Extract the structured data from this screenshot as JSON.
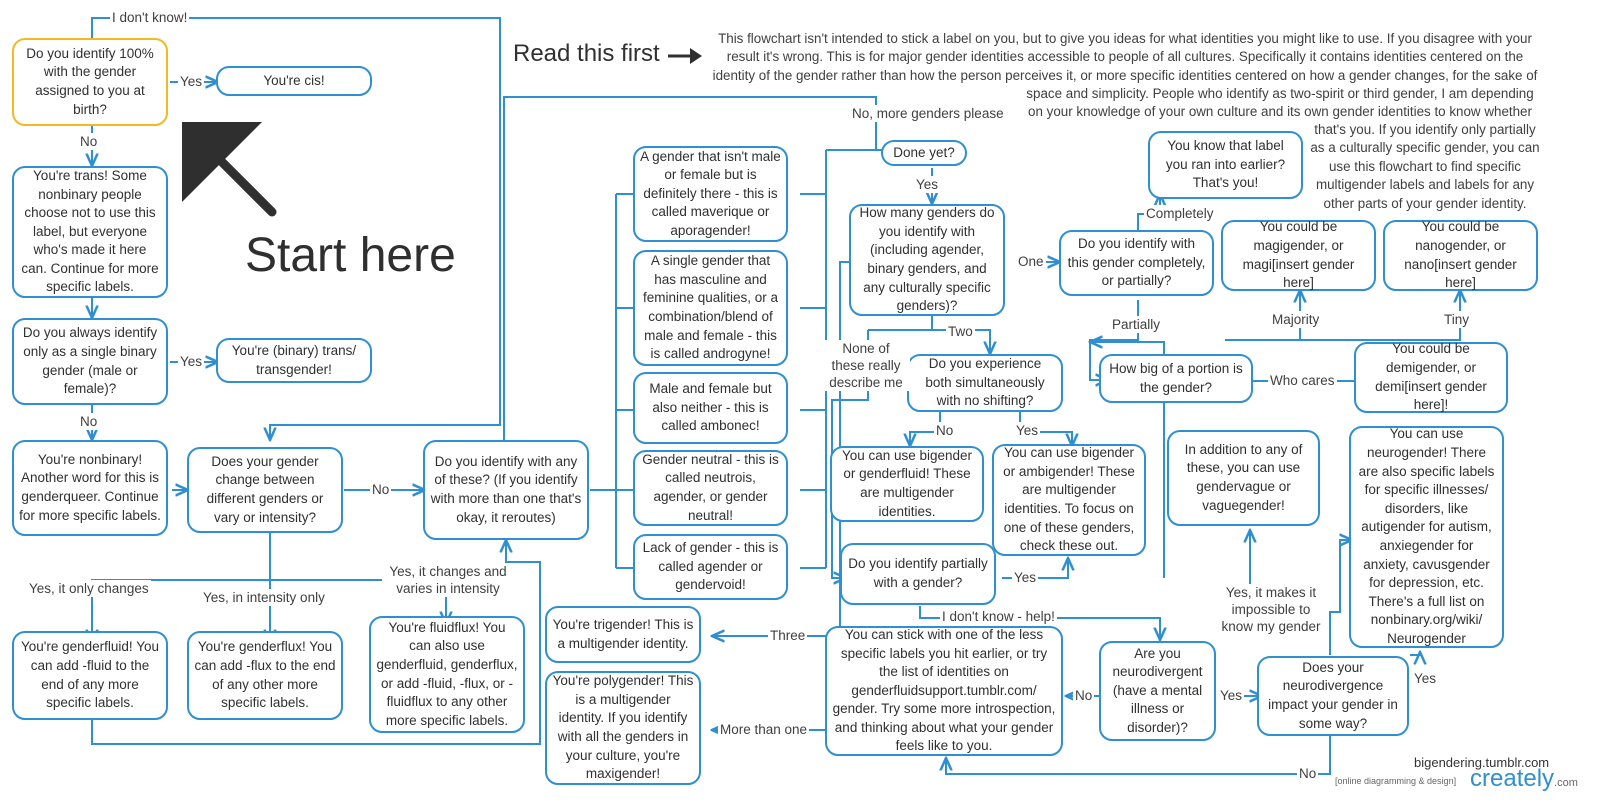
{
  "header": {
    "read_first": "Read this first",
    "intro_lines": [
      "This flowchart isn't intended to stick a label on you, but to give you ideas for what identities you might like to use. If you disagree with your",
      "result it's wrong. This is for major gender identities accessible to people of all cultures. Specifically it contains identities centered on the",
      "identity of the gender rather than how the person perceives it, or more specific identities centered on how a gender changes,  for the sake of",
      "space and simplicity. People who identify as two-spirit or third gender, I am depending",
      "on your knowledge of your own culture and its own gender identities to know whether",
      "that's you. If you identify only partially",
      "as a culturally specific gender, you can",
      "use this flowchart to find specific",
      "multigender labels and labels for any",
      "other parts of your gender identity."
    ],
    "start_here": "Start here"
  },
  "nodes": {
    "q_cis": "Do you identify 100% with the gender assigned to you at birth?",
    "r_cis": "You're cis!",
    "r_trans": "You're trans! Some nonbinary people choose not to use this label, but everyone who's made it here can. Continue for more specific labels.",
    "q_binary": "Do you always identify only as a single binary gender (male or female)?",
    "r_binary": "You're (binary) trans/ transgender!",
    "r_nonbinary": "You're nonbinary! Another word for this is genderqueer. Continue for more specific labels.",
    "q_change": "Does your gender change between different genders or vary or intensity?",
    "r_genderfluid": "You're genderfluid! You can add -fluid to the end of any more specific labels.",
    "r_genderflux": "You're genderflux! You can add -flux to the end of any other more specific labels.",
    "r_fluidflux": "You're fluidflux! You can also use genderfluid, genderflux, or add -fluid, -flux, or -fluidflux to any other more specific labels.",
    "q_these": "Do you identify with any of these? (If you identify with more than one that's okay, it reroutes)",
    "o_maverique": "A gender that isn't male or female but is definitely there - this is called maverique or aporagender!",
    "o_androgyne": "A single gender that has masculine and feminine qualities, or a combination/blend of male and female - this is called androgyne!",
    "o_ambonec": "Male and female but also neither - this is called ambonec!",
    "o_neutrois": "Gender neutral - this is called neutrois, agender, or gender neutral!",
    "o_agender": "Lack of gender - this is called agender or gendervoid!",
    "r_trigender": "You're trigender! This is a multigender identity.",
    "r_polygender": "You're polygender! This is a multigender identity. If you identify with all the genders in your culture, you're maxigender!",
    "q_done": "Done yet?",
    "q_howmany": "How many genders do you identify with (including agender, binary genders, and any culturally specific genders)?",
    "q_simul": "Do you experience both simultaneously with no shifting?",
    "r_bigender": "You can use bigender or genderfluid! These are multigender identities.",
    "r_ambigender": "You can use bigender or ambigender! These are multigender identities. To focus on one of these genders, check these out.",
    "q_partial": "Do you identify partially with a gender?",
    "r_stick": "You can stick with one of the less specific labels you hit earlier, or try the list of identities on genderfluidsupport.tumblr.com/ gender. Try some more introspection, and thinking about what your gender feels like to you.",
    "q_neuro": "Are you neurodivergent (have a mental illness or disorder)?",
    "q_impact": "Does your neurodivergence impact your gender in some way?",
    "r_vague": "In addition to any of these, you can use gendervague or vaguegender!",
    "r_neurogender": "You can use neurogender! There are also specific labels for specific illnesses/ disorders, like autigender for autism, anxiegender for anxiety, cavusgender for depression, etc. There's a full list on nonbinary.org/wiki/ Neurogender",
    "q_completely": "Do you identify with this gender completely, or partially?",
    "r_knowlabel": "You know that label you ran into earlier? That's you!",
    "r_magi": "You could be magigender, or magi[insert gender here]",
    "r_nano": "You could be nanogender, or nano[insert gender here]",
    "q_portion": "How big of a portion is the gender?",
    "r_demi": "You could be demigender, or demi[insert gender here]!"
  },
  "edge_labels": {
    "dont_know": "I don't know!",
    "yes_cis": "Yes",
    "no_cis": "No",
    "yes_binary": "Yes",
    "no_binary": "No",
    "no_change": "No",
    "only_changes": "Yes, it only changes",
    "intensity_only": "Yes, in intensity only",
    "changes_varies": "Yes, it changes and varies in intensity",
    "more_genders": "No, more genders please",
    "yes_done": "Yes",
    "one": "One",
    "two": "Two",
    "none_describe": "None of these really describe me",
    "three": "Three",
    "more_than_one": "More than one",
    "no_simul": "No",
    "yes_simul": "Yes",
    "yes_partial": "Yes",
    "help": "I don't know - help!",
    "no_neuro": "No",
    "yes_neuro": "Yes",
    "no_impact": "No",
    "yes_impact": "Yes",
    "impossible": "Yes, it makes it impossible to know my gender",
    "completely": "Completely",
    "partially": "Partially",
    "majority": "Majority",
    "tiny": "Tiny",
    "who_cares": "Who cares"
  },
  "footer": {
    "credit": "bigendering.tumblr.com",
    "logo": "creately",
    "logo_tld": ".com",
    "logo_tagline": "[online diagramming & design]"
  },
  "colors": {
    "line": "#2f8fd0",
    "start_border": "#f2b923",
    "arrow": "#2f2f2f"
  }
}
